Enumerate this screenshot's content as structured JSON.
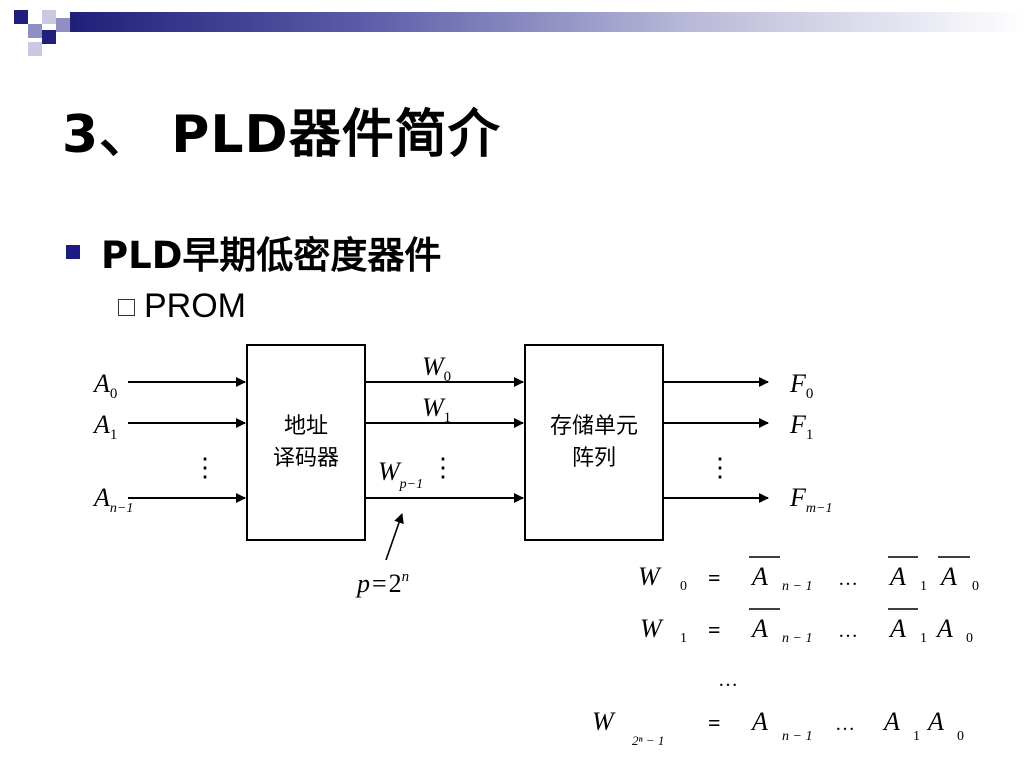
{
  "slide": {
    "title": "3、 PLD器件简介",
    "bullet_1": "PLD早期低密度器件",
    "bullet_2": "PROM"
  },
  "colors": {
    "accent": "#1c1c80",
    "deco_dark": "#20207a",
    "deco_mid": "#8f8fc4"
  },
  "diagram": {
    "decoder_label": [
      "地址",
      "译码器"
    ],
    "memory_label": [
      "存储单元",
      "阵列"
    ],
    "inputs": [
      {
        "base": "A",
        "sub": "0"
      },
      {
        "base": "A",
        "sub": "1"
      },
      {
        "base": "A",
        "sub": "n−1"
      }
    ],
    "word_lines": [
      {
        "base": "W",
        "sub": "0"
      },
      {
        "base": "W",
        "sub": "1"
      },
      {
        "base": "W",
        "sub": "p−1"
      }
    ],
    "outputs": [
      {
        "base": "F",
        "sub": "0"
      },
      {
        "base": "F",
        "sub": "1"
      },
      {
        "base": "F",
        "sub": "m−1"
      }
    ],
    "vdots": "⋮",
    "p_formula": {
      "lhs": "p",
      "eq": "=",
      "base": "2",
      "exp": "n"
    }
  },
  "equations": {
    "dots": "…",
    "vdots": "…",
    "rows": [
      {
        "lhs": "W",
        "lhs_sub": "0",
        "eq": "=",
        "terms": [
          {
            "v": "A",
            "s": "n − 1",
            "bar": true
          },
          {
            "dots": true
          },
          {
            "v": "A",
            "s": "1",
            "bar": true
          },
          {
            "v": "A",
            "s": "0",
            "bar": true
          }
        ]
      },
      {
        "lhs": "W",
        "lhs_sub": "1",
        "eq": "=",
        "terms": [
          {
            "v": "A",
            "s": "n − 1",
            "bar": true
          },
          {
            "dots": true
          },
          {
            "v": "A",
            "s": "1",
            "bar": true
          },
          {
            "v": "A",
            "s": "0",
            "bar": false
          }
        ]
      },
      {
        "lhs": "W",
        "lhs_sub": "2ⁿ − 1",
        "eq": "=",
        "terms": [
          {
            "v": "A",
            "s": "n − 1",
            "bar": false
          },
          {
            "dots": true
          },
          {
            "v": "A",
            "s": "1",
            "bar": false
          },
          {
            "v": "A",
            "s": "0",
            "bar": false
          }
        ]
      }
    ]
  }
}
